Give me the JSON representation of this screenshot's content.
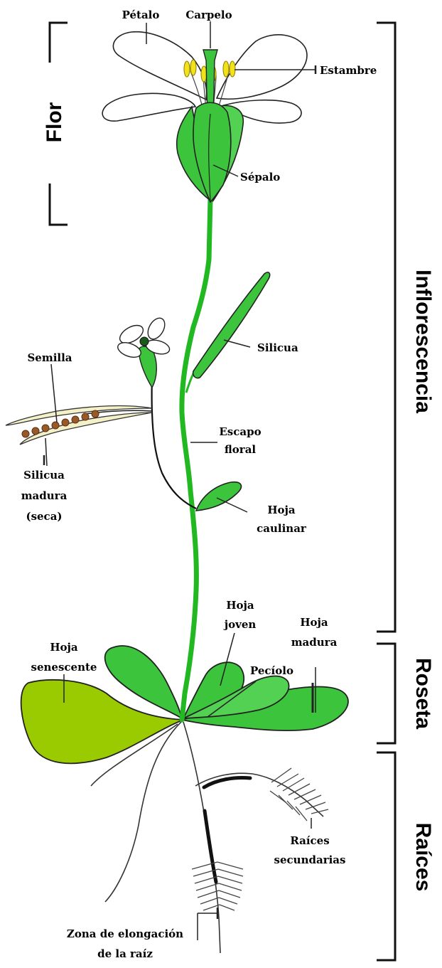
{
  "diagram": {
    "sections": {
      "flor": "Flor",
      "inflorescencia": "Inflorescencia",
      "roseta": "Roseta",
      "raices": "Raíces"
    },
    "labels": {
      "petalo": "Pétalo",
      "carpelo": "Carpelo",
      "estambre": "Estambre",
      "sepalo": "Sépalo",
      "silicua": "Silicua",
      "semilla": "Semilla",
      "silicua_madura_1": "Silicua",
      "silicua_madura_2": "madura",
      "silicua_madura_3": "(seca)",
      "escapo_1": "Escapo",
      "escapo_2": "floral",
      "hoja_caulinar_1": "Hoja",
      "hoja_caulinar_2": "caulinar",
      "hoja_joven_1": "Hoja",
      "hoja_joven_2": "joven",
      "hoja_madura_1": "Hoja",
      "hoja_madura_2": "madura",
      "hoja_senescente_1": "Hoja",
      "hoja_senescente_2": "senescente",
      "peciolo": "Pecíolo",
      "raices_sec_1": "Raíces",
      "raices_sec_2": "secundarias",
      "zona_1": "Zona de elongación",
      "zona_2": "de la raíz"
    },
    "colors": {
      "green": "#3cc43c",
      "green_light": "#52d152",
      "senescent": "#9acb00",
      "anther": "#f2e21c",
      "seed": "#9a5a28",
      "outline": "#222222"
    }
  }
}
